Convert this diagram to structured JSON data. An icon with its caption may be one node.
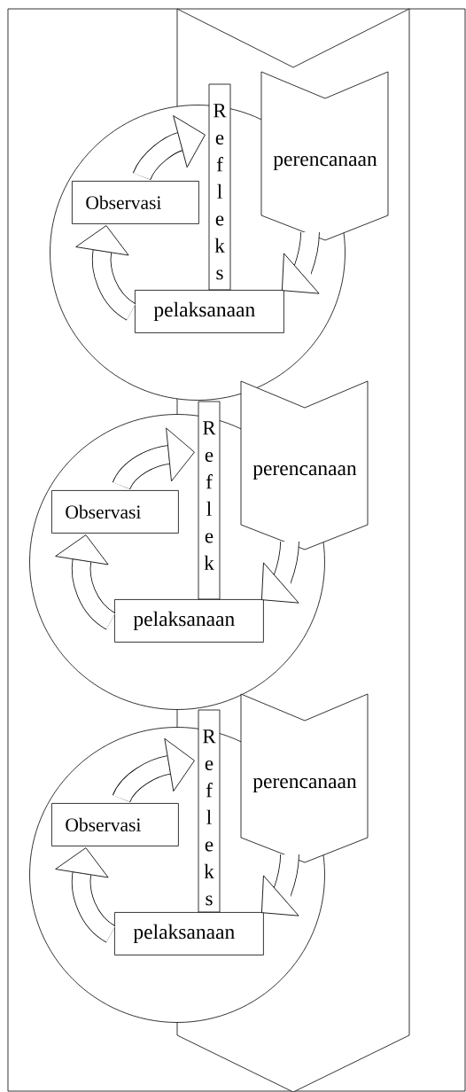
{
  "diagram": {
    "nodes": [
      {
        "text": [],
        "shape": "band"
      },
      {
        "text": [],
        "shape": "circle"
      },
      {
        "text": [
          "perencanaan"
        ],
        "in": 0
      },
      {
        "text": [
          "Refleks"
        ],
        "in": 0
      },
      {
        "text": [
          "Observasi"
        ],
        "in": 1
      },
      {
        "text": [
          "pelaksanaan"
        ],
        "in": 1
      },
      {
        "text": [],
        "shape": "circle"
      },
      {
        "text": [
          "perencanaan"
        ],
        "in": 0
      },
      {
        "text": [
          "Reflek"
        ],
        "in": 0
      },
      {
        "text": [
          "Observasi"
        ],
        "in": 6
      },
      {
        "text": [
          "pelaksanaan"
        ],
        "in": 6
      },
      {
        "text": [],
        "shape": "circle"
      },
      {
        "text": [
          "perencanaan"
        ],
        "in": 0
      },
      {
        "text": [
          "Refleks"
        ],
        "in": 0
      },
      {
        "text": [
          "Observasi"
        ],
        "in": 11
      },
      {
        "text": [
          "pelaksanaan"
        ],
        "in": 11
      }
    ],
    "edges": [
      {
        "from": 2,
        "to": 5,
        "arrow": "to"
      },
      {
        "from": 5,
        "to": 4,
        "arrow": "to"
      },
      {
        "from": 4,
        "to": 3,
        "arrow": "to"
      },
      {
        "from": 7,
        "to": 10,
        "arrow": "to"
      },
      {
        "from": 10,
        "to": 9,
        "arrow": "to"
      },
      {
        "from": 9,
        "to": 8,
        "arrow": "to"
      },
      {
        "from": 12,
        "to": 15,
        "arrow": "to"
      },
      {
        "from": 15,
        "to": 14,
        "arrow": "to"
      },
      {
        "from": 14,
        "to": 13,
        "arrow": "to"
      }
    ]
  }
}
